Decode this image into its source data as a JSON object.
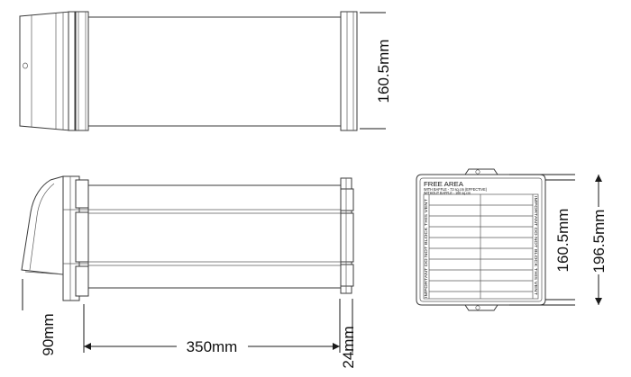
{
  "dimensions": {
    "top_height": "160.5mm",
    "length": "350mm",
    "hood_projection": "90mm",
    "flange_depth": "24mm",
    "grille_height_inner": "160.5mm",
    "grille_height_outer": "196.5mm"
  },
  "grille": {
    "heading": "FREE AREA",
    "line1": "WITH BAFFLE - 73 sq.cm (EFFECTIVE)",
    "line2": "WITHOUT BAFFLE - 100 sq.cm",
    "left_side": "IMPORTANT  DO NOT BLOCK THIS VENT",
    "right_side": "IMPORTANT  DO NOT BLOCK THIS VENT"
  }
}
